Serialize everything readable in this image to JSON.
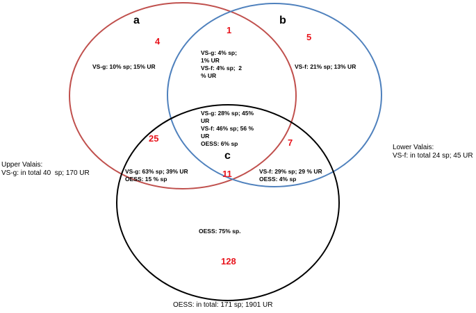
{
  "colors": {
    "circle_a": "#c0504d",
    "circle_b": "#4f81bd",
    "circle_c": "#000000",
    "counts": "#e8141c"
  },
  "circles": {
    "a": "a",
    "b": "b",
    "c": "c"
  },
  "counts": {
    "a_only": "4",
    "ab": "1",
    "b_only": "5",
    "abc": "",
    "ac": "25",
    "bc": "7",
    "ac_mid": "11",
    "c_only": "128"
  },
  "zones": {
    "a_only": "VS-g: 10% sp; 15% UR",
    "ab": "VS-g: 4% sp;\n1% UR\nVS-f: 4% sp;  2\n% UR",
    "b_only": "VS-f: 21% sp; 13% UR",
    "abc": "VS-g: 28% sp; 45%\nUR\nVS-f: 46% sp; 56 %\nUR\nOESS: 6% sp",
    "ac": "VS-g: 63% sp; 39% UR\nOESS: 15 % sp",
    "bc": "VS-f: 29% sp; 29 % UR\nOESS: 4% sp",
    "c_only": "OESS: 75% sp."
  },
  "side_labels": {
    "upper": "Upper Valais:\nVS-g: in total 40  sp; 170 UR",
    "lower": "Lower Valais:\nVS-f: in total 24 sp; 45 UR",
    "bottom": "OESS: in total: 171 sp; 1901 UR"
  }
}
